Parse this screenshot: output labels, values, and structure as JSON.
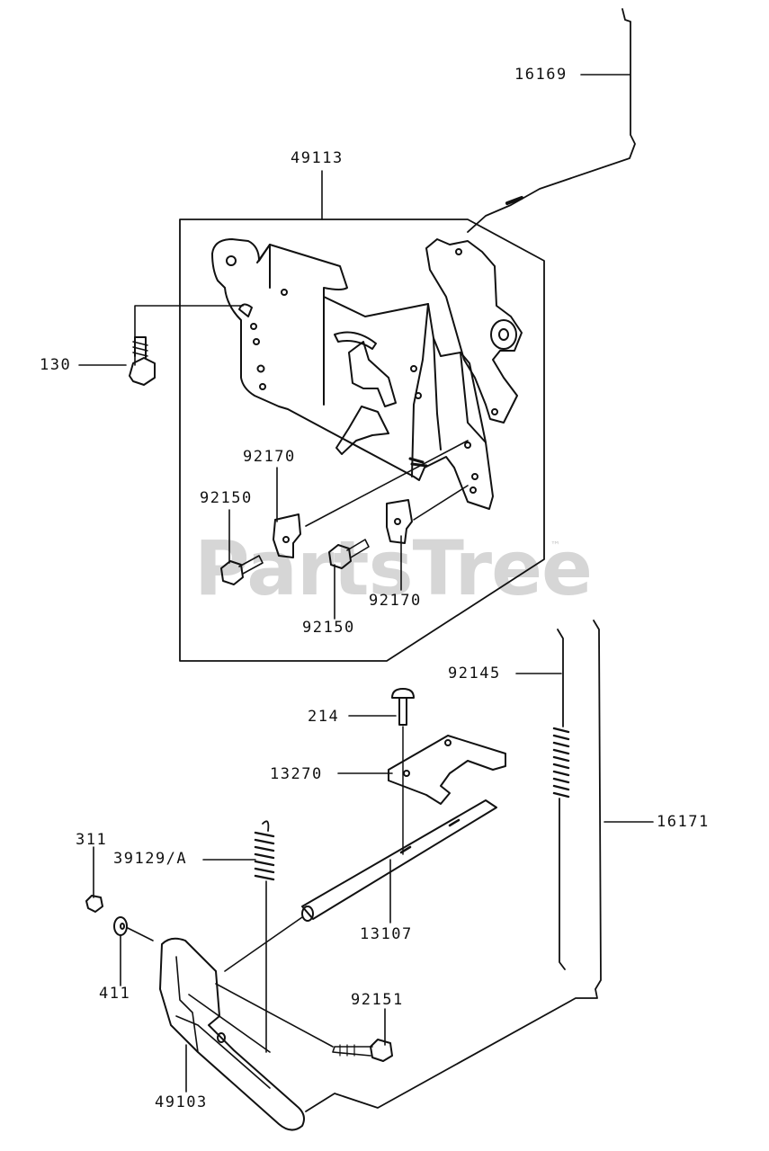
{
  "watermark": {
    "text": "PartsTree",
    "tm": "™"
  },
  "labels": {
    "p16169": "16169",
    "p49113": "49113",
    "p130": "130",
    "p92170a": "92170",
    "p92150a": "92150",
    "p92150b": "92150",
    "p92170b": "92170",
    "p92145": "92145",
    "p214": "214",
    "p13270": "13270",
    "p16171": "16171",
    "p311": "311",
    "p39129": "39129/A",
    "p13107": "13107",
    "p411": "411",
    "p92151": "92151",
    "p49103": "49103"
  }
}
